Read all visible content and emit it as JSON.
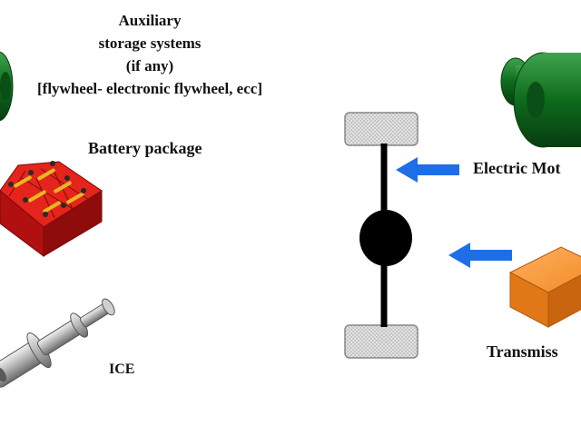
{
  "labels": {
    "auxiliary": [
      "Auxiliary",
      "storage systems",
      "(if any)",
      "[flywheel- electronic flywheel, ecc]"
    ],
    "battery": "Battery package",
    "ice": "ICE",
    "electric_motor": "Electric Mot",
    "transmission": "Transmiss"
  },
  "colors": {
    "flywheel_green": "#0e6b1c",
    "battery_red": "#d01410",
    "battery_terminal": "#e8b820",
    "ice_grey": "#a0a0a0",
    "arrow_blue": "#1e6ee8",
    "transmission_orange": "#f08a24",
    "axle_black": "#000000",
    "wheel_grey": "#d8d8d8"
  }
}
